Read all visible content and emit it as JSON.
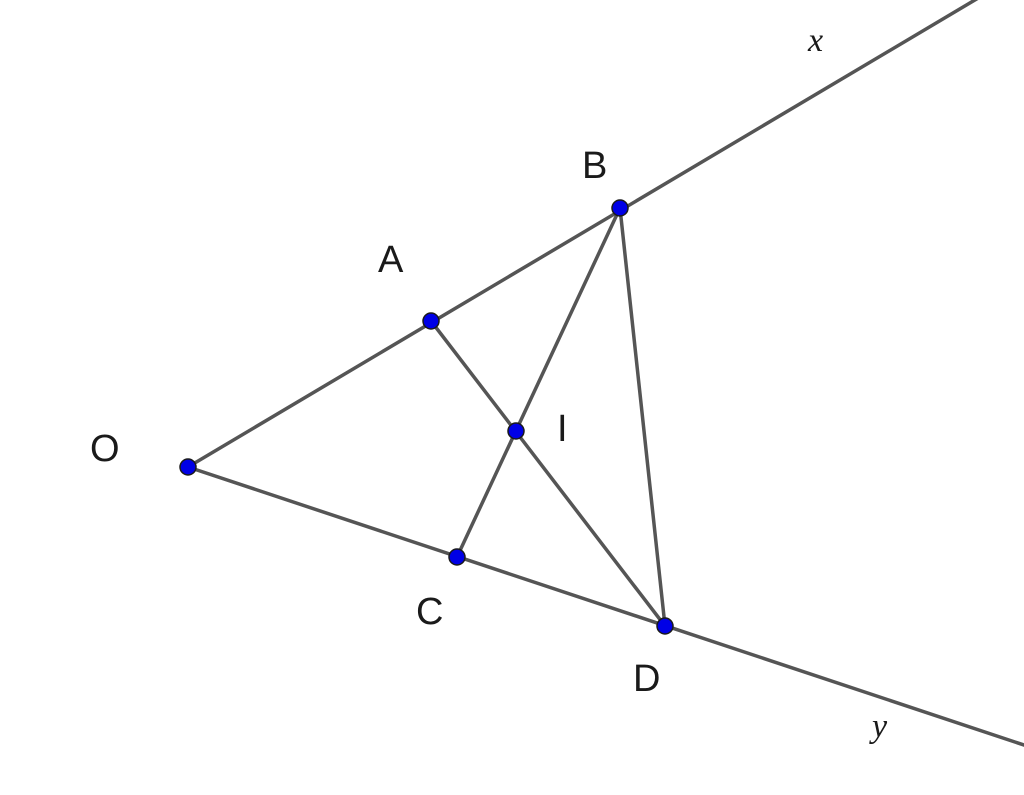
{
  "points": {
    "O": {
      "label": "O"
    },
    "A": {
      "label": "A"
    },
    "B": {
      "label": "B"
    },
    "C": {
      "label": "C"
    },
    "D": {
      "label": "D"
    },
    "I": {
      "label": "I"
    }
  },
  "rays": {
    "x": {
      "label": "x"
    },
    "y": {
      "label": "y"
    }
  },
  "colors": {
    "line": "#555555",
    "point_fill": "#0000e6",
    "text": "#1a1a1a"
  }
}
